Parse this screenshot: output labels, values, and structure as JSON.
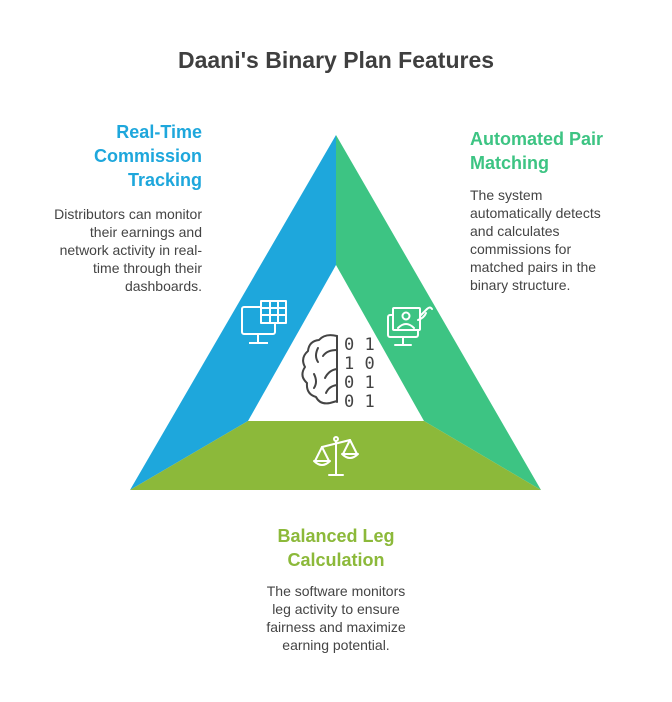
{
  "title": "Daani's Binary Plan Features",
  "colors": {
    "left": "#1ea7dc",
    "right": "#3dc483",
    "bottom": "#8cb93a",
    "icon": "#ffffff",
    "center_icon": "#444444"
  },
  "features": {
    "left": {
      "heading": "Real-Time\nCommission\nTracking",
      "description": "Distributors can monitor\ntheir earnings and\nnetwork activity in real-\ntime through their\ndashboards.",
      "icon": "monitor-spreadsheet-icon"
    },
    "right": {
      "heading": "Automated Pair\nMatching",
      "description": "The system\nautomatically detects\nand calculates\ncommissions for\nmatched pairs in the\nbinary structure.",
      "icon": "monitor-user-icon"
    },
    "bottom": {
      "heading": "Balanced Leg\nCalculation",
      "description": "The software monitors\nleg activity to ensure\nfairness and maximize\nearning potential.",
      "icon": "balance-scale-icon"
    }
  },
  "center": {
    "icon": "brain-binary-icon",
    "binary_rows": [
      "0 1",
      "1 0",
      "0 1",
      "0 1"
    ]
  }
}
